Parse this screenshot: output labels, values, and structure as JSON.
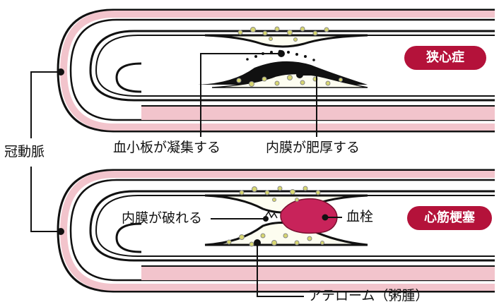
{
  "labels": {
    "coronary_artery": "冠動脈",
    "platelet_aggregation": "血小板が凝集する",
    "intima_thickening": "内膜が肥厚する",
    "intima_rupture": "内膜が破れる",
    "thrombus": "血栓",
    "atheroma": "アテローム（粥腫）"
  },
  "badges": {
    "angina": "狭心症",
    "myocardial_infarction": "心筋梗塞"
  },
  "colors": {
    "badge": "#b4123a",
    "thrombus": "#c8235a",
    "vessel_wall_pink": "#f2c4cc",
    "plaque_yellow": "#c9c85a",
    "outline": "#111111"
  }
}
